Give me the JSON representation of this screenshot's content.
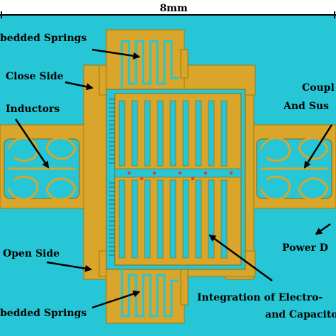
{
  "dimension": {
    "label": "8mm"
  },
  "labels": {
    "embedded_springs_top": "bedded Springs",
    "close_side": "Close Side",
    "inductors": "Inductors",
    "coupling_line1": "Coupl",
    "coupling_line2": "And Sus",
    "power_divider": "Power D",
    "open_side": "Open Side",
    "integration_line1": "Integration of Electro-",
    "integration_line2": "and Capacito",
    "embedded_springs_bottom": "bedded Springs"
  },
  "colors": {
    "substrate": "#26c6d6",
    "metal": "#d9a52a",
    "metal_edge": "#a07a10",
    "trace": "#8a6a10",
    "arrow": "#000000",
    "contact": "#e23b3b"
  }
}
